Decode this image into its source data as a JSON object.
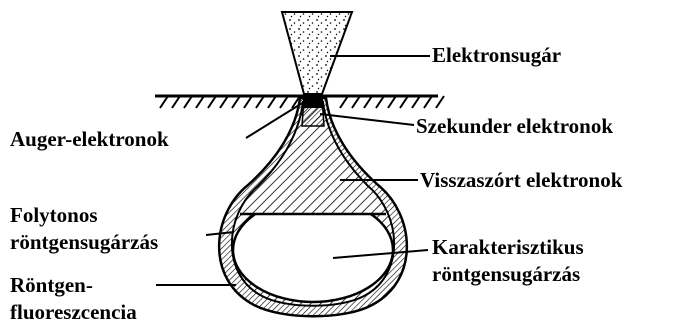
{
  "diagram": {
    "labels": {
      "electron_beam": "Elektronsugár",
      "auger": "Auger-elektronok",
      "secondary": "Szekunder elektronok",
      "backscattered": "Visszaszórt elektronok",
      "bremsstrahlung_line1": "Folytonos",
      "bremsstrahlung_line2": "röntgensugárzás",
      "characteristic_line1": "Karakterisztikus",
      "characteristic_line2": "röntgensugárzás",
      "fluorescence_line1": "Röntgen-",
      "fluorescence_line2": "fluoreszcencia"
    }
  }
}
